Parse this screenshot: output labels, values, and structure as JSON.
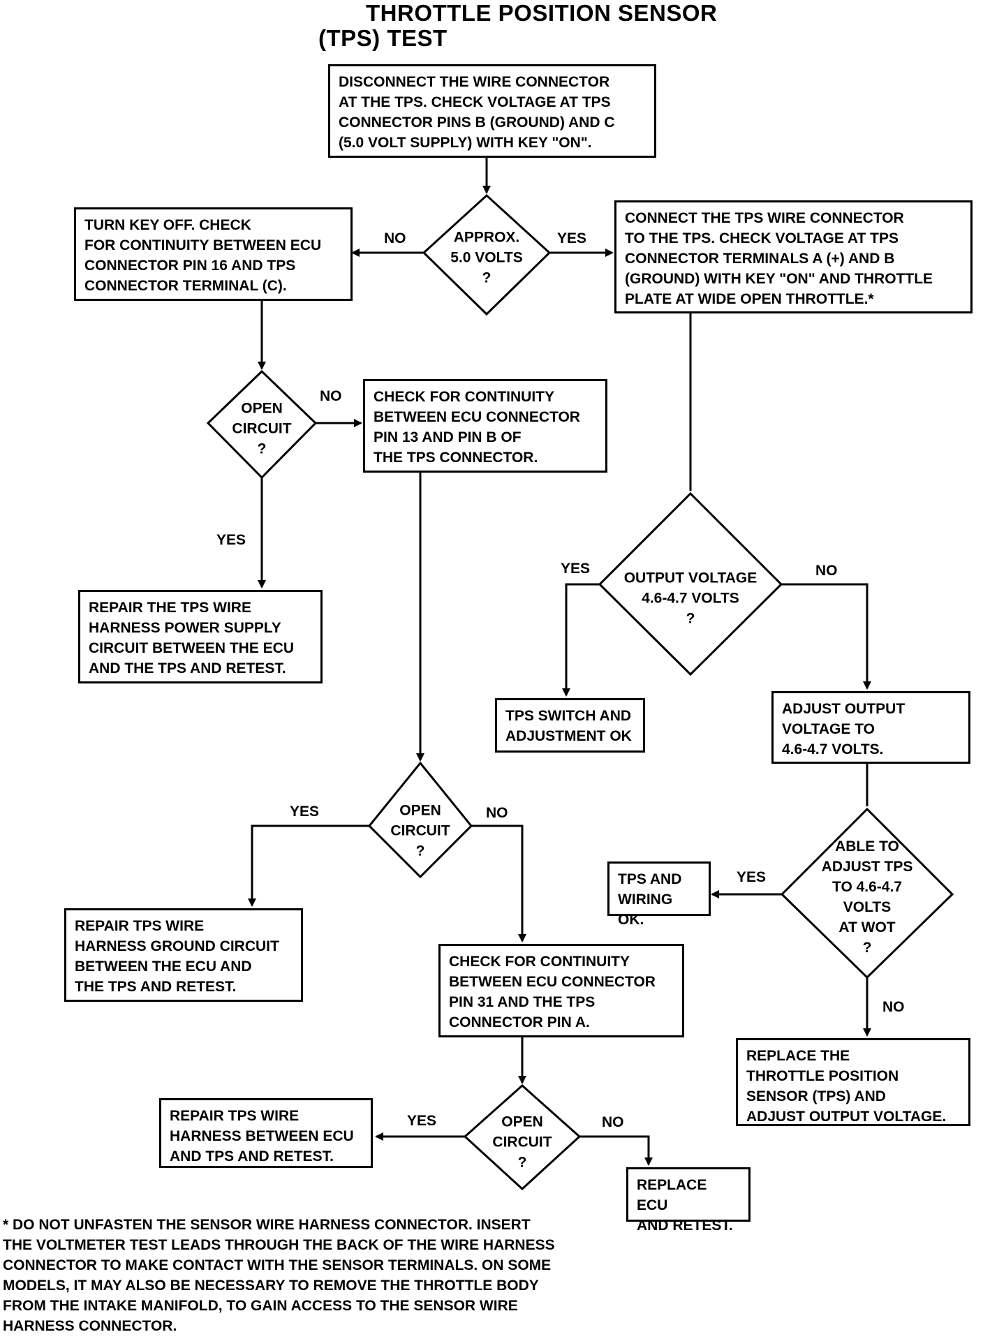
{
  "title_line1": "THROTTLE POSITION SENSOR",
  "title_line2": "(TPS) TEST",
  "boxes": {
    "disconnect": "DISCONNECT THE WIRE CONNECTOR\nAT THE TPS. CHECK VOLTAGE AT TPS\nCONNECTOR PINS B (GROUND) AND C\n(5.0 VOLT SUPPLY) WITH KEY \"ON\".",
    "turn_key_off": "TURN KEY OFF. CHECK\nFOR CONTINUITY BETWEEN ECU\nCONNECTOR PIN 16 AND TPS\nCONNECTOR TERMINAL (C).",
    "connect_tps": "CONNECT THE TPS WIRE CONNECTOR\nTO THE TPS. CHECK VOLTAGE AT TPS\nCONNECTOR TERMINALS A (+) AND B\n(GROUND) WITH KEY \"ON\" AND THROTTLE\nPLATE AT WIDE OPEN THROTTLE.*",
    "check_pin13": "CHECK FOR CONTINUITY\nBETWEEN ECU CONNECTOR\nPIN 13 AND PIN B OF\nTHE TPS CONNECTOR.",
    "repair_power": "REPAIR THE TPS WIRE\nHARNESS POWER SUPPLY\nCIRCUIT BETWEEN THE ECU\nAND THE TPS AND RETEST.",
    "tps_switch_ok": "TPS SWITCH AND\nADJUSTMENT OK",
    "adjust_output": "ADJUST OUTPUT\nVOLTAGE TO\n4.6-4.7 VOLTS.",
    "repair_ground": "REPAIR TPS WIRE\nHARNESS GROUND CIRCUIT\nBETWEEN THE ECU AND\nTHE TPS AND RETEST.",
    "check_pin31": "CHECK FOR CONTINUITY\nBETWEEN ECU CONNECTOR\nPIN 31 AND THE TPS\nCONNECTOR PIN A.",
    "tps_wiring_ok": "TPS AND\nWIRING OK.",
    "replace_tps": "REPLACE THE\nTHROTTLE POSITION\nSENSOR (TPS) AND\nADJUST OUTPUT VOLTAGE.",
    "repair_harness": "REPAIR TPS WIRE\nHARNESS BETWEEN ECU\nAND TPS AND RETEST.",
    "replace_ecu": "REPLACE ECU\nAND RETEST."
  },
  "decisions": {
    "approx_5v": "APPROX.\n5.0 VOLTS\n?",
    "open_circuit_1": "OPEN\nCIRCUIT\n?",
    "output_voltage": "OUTPUT VOLTAGE\n4.6-4.7 VOLTS\n?",
    "open_circuit_2": "OPEN\nCIRCUIT\n?",
    "able_to_adjust": "ABLE TO\nADJUST TPS\nTO 4.6-4.7 VOLTS\nAT WOT\n?",
    "open_circuit_3": "OPEN\nCIRCUIT\n?"
  },
  "labels": {
    "yes": "YES",
    "no": "NO"
  },
  "footnote": "* DO NOT UNFASTEN THE SENSOR WIRE HARNESS CONNECTOR. INSERT\n   THE VOLTMETER TEST LEADS THROUGH THE BACK OF THE WIRE HARNESS\n   CONNECTOR TO MAKE CONTACT WITH THE SENSOR TERMINALS. ON SOME\n   MODELS, IT MAY ALSO BE NECESSARY TO REMOVE THE THROTTLE BODY\n   FROM THE INTAKE MANIFOLD, TO GAIN ACCESS TO THE SENSOR WIRE\n   HARNESS CONNECTOR."
}
